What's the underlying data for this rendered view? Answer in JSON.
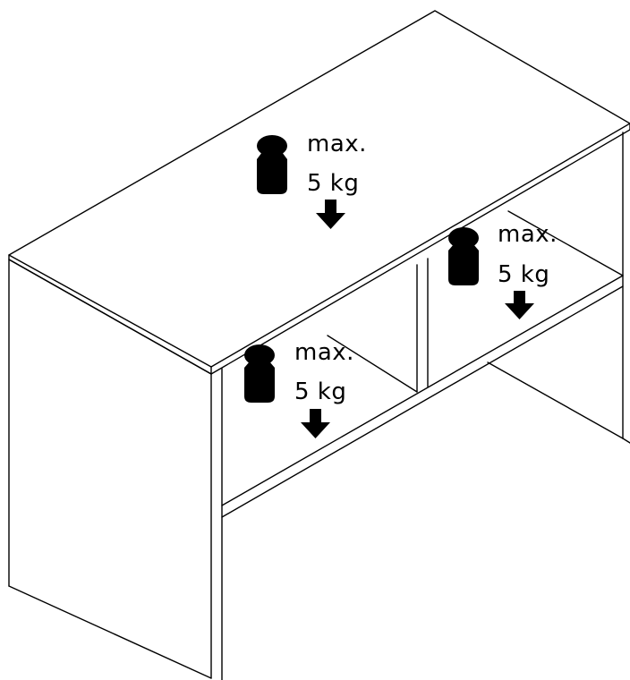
{
  "loads": {
    "top": {
      "line1": "max.",
      "line2": "5 kg"
    },
    "upper_right": {
      "line1": "max.",
      "line2": "5 kg"
    },
    "lower_left": {
      "line1": "max.",
      "line2": "5 kg"
    }
  },
  "icons": [
    "weight-icon",
    "down-arrow-icon"
  ]
}
